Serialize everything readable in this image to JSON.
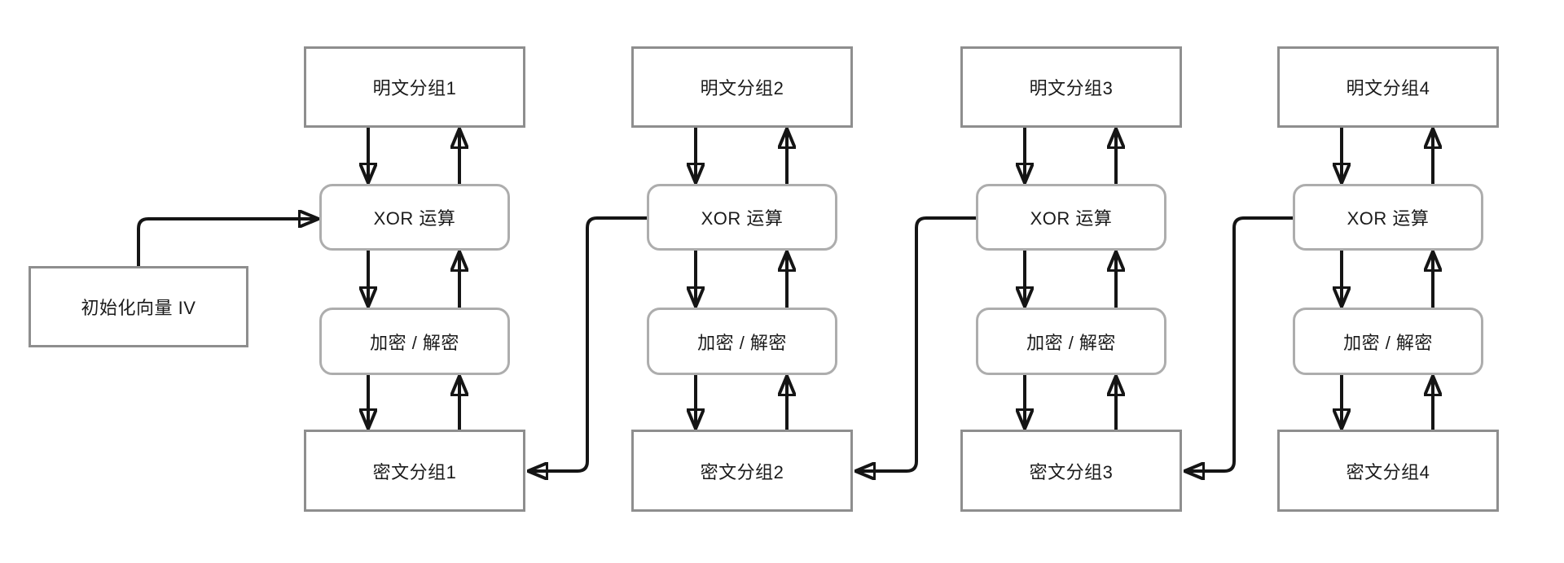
{
  "diagram": {
    "kind": "cbc-block-cipher-flow",
    "iv": {
      "label": "初始化向量 IV"
    },
    "columns": [
      {
        "plaintext": "明文分组1",
        "xor": "XOR 运算",
        "crypt": "加密 / 解密",
        "ciphertext": "密文分组1"
      },
      {
        "plaintext": "明文分组2",
        "xor": "XOR 运算",
        "crypt": "加密 / 解密",
        "ciphertext": "密文分组2"
      },
      {
        "plaintext": "明文分组3",
        "xor": "XOR 运算",
        "crypt": "加密 / 解密",
        "ciphertext": "密文分组3"
      },
      {
        "plaintext": "明文分组4",
        "xor": "XOR 运算",
        "crypt": "加密 / 解密",
        "ciphertext": "密文分组4"
      }
    ],
    "colors": {
      "background": "#ffffff",
      "line": "#151515",
      "rect_border": "#8e8e8e",
      "rounded_border": "#adadad",
      "text": "#1a1a1a"
    }
  }
}
